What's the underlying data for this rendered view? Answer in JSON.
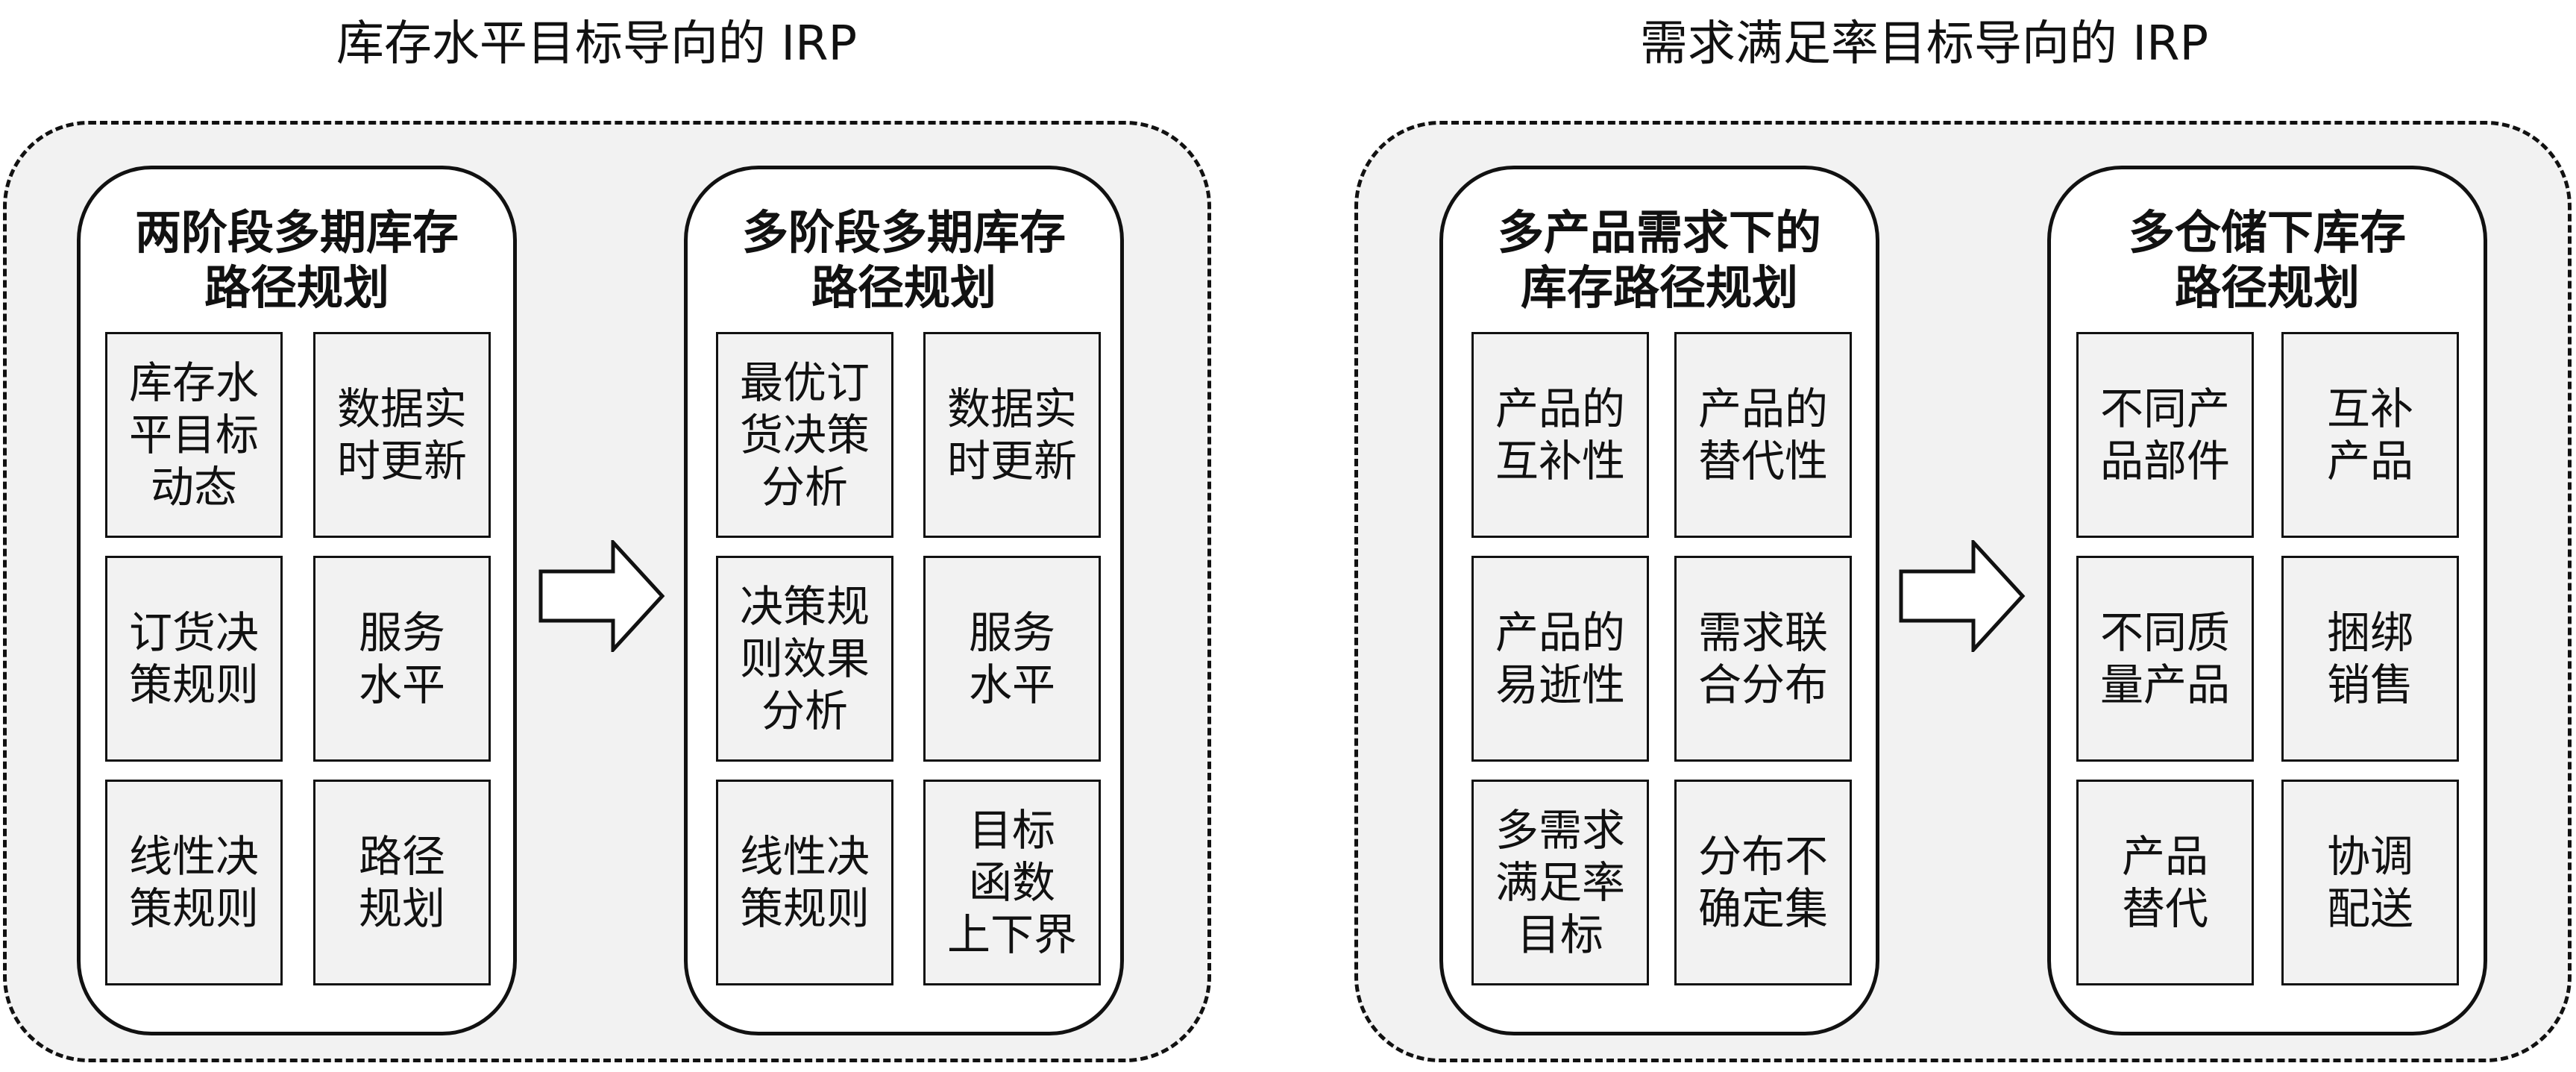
{
  "left_section": {
    "title": "库存水平目标导向的 IRP",
    "panels": [
      {
        "title": "两阶段多期库存\n路径规划",
        "cells": [
          "库存水\n平目标\n动态",
          "数据实\n时更新",
          "订货决\n策规则",
          "服务\n水平",
          "线性决\n策规则",
          "路径\n规划"
        ]
      },
      {
        "title": "多阶段多期库存\n路径规划",
        "cells": [
          "最优订\n货决策\n分析",
          "数据实\n时更新",
          "决策规\n则效果\n分析",
          "服务\n水平",
          "线性决\n策规则",
          "目标\n函数\n上下界"
        ]
      }
    ]
  },
  "right_section": {
    "title": "需求满足率目标导向的 IRP",
    "panels": [
      {
        "title": "多产品需求下的\n库存路径规划",
        "cells": [
          "产品的\n互补性",
          "产品的\n替代性",
          "产品的\n易逝性",
          "需求联\n合分布",
          "多需求\n满足率\n目标",
          "分布不\n确定集"
        ]
      },
      {
        "title": "多仓储下库存\n路径规划",
        "cells": [
          "不同产\n品部件",
          "互补\n产品",
          "不同质\n量产品",
          "捆绑\n销售",
          "产品\n替代",
          "协调\n配送"
        ]
      }
    ]
  },
  "colors": {
    "group_fill": "#f2f2f2",
    "cell_fill": "#f2f2f2",
    "panel_fill": "#ffffff",
    "stroke": "#111111"
  },
  "icons": [
    "right-arrow-icon"
  ]
}
